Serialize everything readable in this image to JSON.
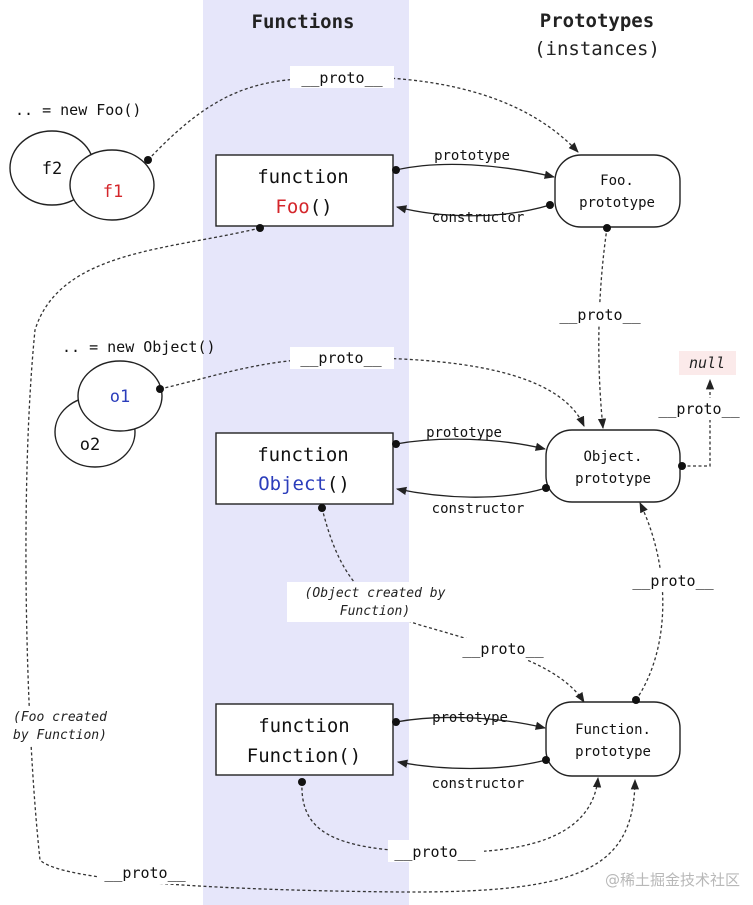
{
  "headers": {
    "functions": "Functions",
    "prototypes_line1": "Prototypes",
    "prototypes_line2": "(instances)"
  },
  "instances": {
    "new_foo": ".. = new Foo()",
    "f2": "f2",
    "f1": "f1",
    "new_object": ".. = new Object()",
    "o1": "o1",
    "o2": "o2"
  },
  "functions": {
    "keyword": "function",
    "foo_name": "Foo",
    "object_name": "Object",
    "parens": "()",
    "function_name": "Function()"
  },
  "prototypes": {
    "foo_line1": "Foo.",
    "foo_line2": "prototype",
    "object_line1": "Object.",
    "object_line2": "prototype",
    "function_line1": "Function.",
    "function_line2": "prototype",
    "null": "null"
  },
  "links": {
    "proto": "__proto__",
    "prototype": "prototype",
    "constructor": "constructor"
  },
  "notes": {
    "object_created_line1": "(Object created by",
    "object_created_line2": "Function)",
    "foo_created_line1": "(Foo created",
    "foo_created_line2": "by Function)"
  },
  "watermark": "@稀土掘金技术社区",
  "colors": {
    "column_band": "#e6e6fa",
    "foo_name": "#d4262b",
    "object_name": "#2b3dbb",
    "null_bg": "#fbeaea"
  }
}
